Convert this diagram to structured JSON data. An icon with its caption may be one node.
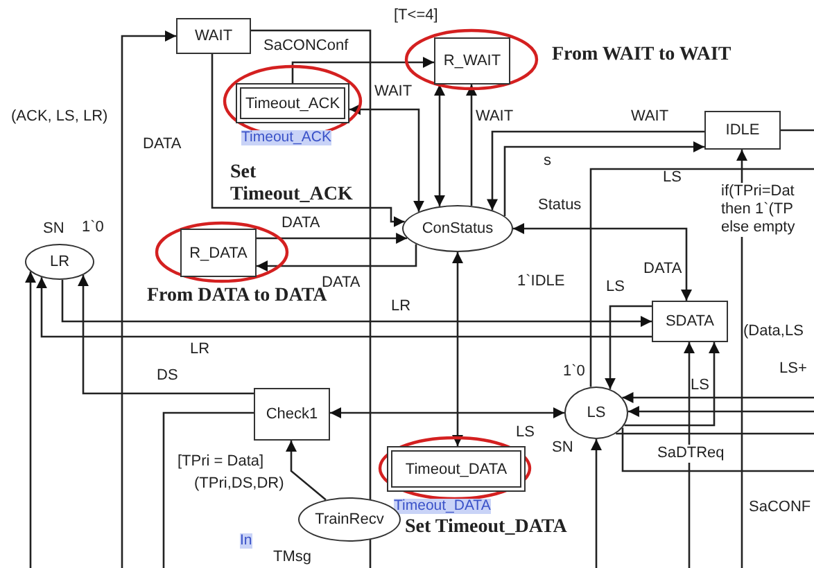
{
  "diagram": {
    "nodes": [
      {
        "text": [
          "WAIT"
        ]
      },
      {
        "text": [
          "Timeout_ACK"
        ],
        "beside": [
          "Timeout_ACK"
        ]
      },
      {
        "text": [
          "R_WAIT"
        ]
      },
      {
        "text": [
          "IDLE"
        ]
      },
      {
        "text": [
          "R_DATA"
        ]
      },
      {
        "text": [
          "ConStatus"
        ],
        "beside": [
          "1`IDLE"
        ]
      },
      {
        "text": [
          "LR"
        ],
        "beside": [
          "SN",
          "1`0"
        ]
      },
      {
        "text": [
          "SDATA"
        ]
      },
      {
        "text": [
          "Check1"
        ],
        "beside": [
          "[TPri = Data]"
        ]
      },
      {
        "text": [
          "LS"
        ],
        "beside": [
          "1`0",
          "SN"
        ]
      },
      {
        "text": [
          "Timeout_DATA"
        ],
        "beside": [
          "Timeout_DATA"
        ]
      },
      {
        "text": [
          "TrainRecv"
        ],
        "beside": [
          "In"
        ]
      }
    ],
    "edges": [
      {
        "from": null,
        "to": 0,
        "arrow": "to"
      },
      {
        "from": 0,
        "to": null,
        "arrow": "none"
      },
      {
        "from": 0,
        "to": 5,
        "arrow": "to"
      },
      {
        "from": 1,
        "to": 2,
        "arrow": "to"
      },
      {
        "from": 5,
        "to": 1,
        "arrow": "both"
      },
      {
        "from": 2,
        "to": 5,
        "arrow": "both"
      },
      {
        "from": 5,
        "to": 2,
        "arrow": "to"
      },
      {
        "from": 3,
        "to": 5,
        "arrow": "to"
      },
      {
        "from": 5,
        "to": 3,
        "arrow": "to"
      },
      {
        "from": 4,
        "to": 5,
        "arrow": "to"
      },
      {
        "from": 5,
        "to": 4,
        "arrow": "to"
      },
      {
        "from": 5,
        "to": 7,
        "arrow": "both"
      },
      {
        "from": 5,
        "to": 10,
        "arrow": "both"
      },
      {
        "from": 6,
        "to": 7,
        "arrow": "to"
      },
      {
        "from": 7,
        "to": 6,
        "arrow": "to"
      },
      {
        "from": 8,
        "to": 6,
        "arrow": "to"
      },
      {
        "from": null,
        "to": 6,
        "arrow": "to"
      },
      {
        "from": 8,
        "to": null,
        "arrow": "none"
      },
      {
        "from": 9,
        "to": 8,
        "arrow": "both"
      },
      {
        "from": 11,
        "to": 8,
        "arrow": "to"
      },
      {
        "from": 7,
        "to": 9,
        "arrow": "to"
      },
      {
        "from": 9,
        "to": 7,
        "arrow": "to"
      },
      {
        "from": null,
        "to": 7,
        "arrow": "to"
      },
      {
        "from": null,
        "to": 9,
        "arrow": "to"
      },
      {
        "from": null,
        "to": 9,
        "arrow": "to"
      },
      {
        "from": 9,
        "to": null,
        "arrow": "none"
      },
      {
        "from": 9,
        "to": null,
        "arrow": "none"
      },
      {
        "from": null,
        "to": 9,
        "arrow": "to"
      },
      {
        "from": null,
        "to": 3,
        "arrow": "to"
      },
      {
        "from": 3,
        "to": null,
        "arrow": "none"
      },
      {
        "from": 9,
        "to": null,
        "arrow": "none"
      }
    ],
    "labels": [
      "[T<=4]",
      "SaCONConf",
      "(ACK, LS, LR)",
      "DATA",
      "WAIT",
      "WAIT",
      "WAIT",
      "s",
      "Status",
      "LS",
      "if(TPri=Dat",
      "then 1`(TP",
      "else empty",
      "DATA",
      "DATA",
      "DATA",
      "LS",
      "LR",
      "LR",
      "DS",
      "(Data,LS",
      "LS+",
      "LS",
      "LS",
      "SaDTReq",
      "SaCONF",
      "(TPri,DS,DR)",
      "TMsg",
      "From WAIT to WAIT",
      "Set Timeout_ACK",
      "From DATA to DATA",
      "Set Timeout_DATA"
    ]
  }
}
